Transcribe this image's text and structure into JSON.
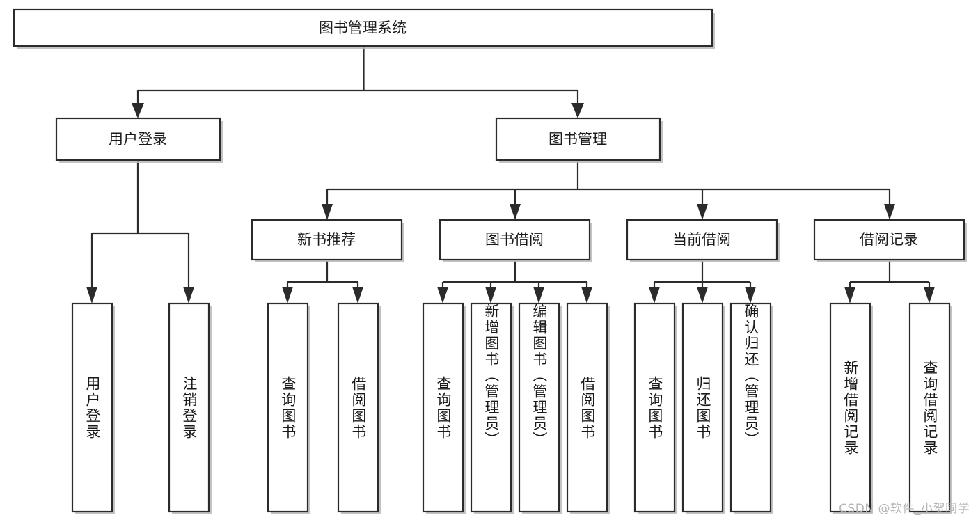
{
  "diagram": {
    "type": "tree-hierarchy-chart",
    "title": "图书管理系统",
    "orientation": "top-down",
    "colors": {
      "box_fill": "#ffffff",
      "box_stroke": "#2b2b2b",
      "shadow": "#b9b9b9",
      "text": "#1a1a1a",
      "watermark": "#b6b6b6",
      "background": "#ffffff"
    },
    "root": {
      "id": "root",
      "label": "图书管理系统",
      "orient": "horizontal"
    },
    "level2": [
      {
        "id": "user-login",
        "label": "用户登录",
        "orient": "horizontal"
      },
      {
        "id": "book-management",
        "label": "图书管理",
        "orient": "horizontal"
      }
    ],
    "level3": [
      {
        "id": "new-book-recommend",
        "label": "新书推荐",
        "orient": "horizontal",
        "parent": "book-management"
      },
      {
        "id": "book-borrow",
        "label": "图书借阅",
        "orient": "horizontal",
        "parent": "book-management"
      },
      {
        "id": "current-borrow",
        "label": "当前借阅",
        "orient": "horizontal",
        "parent": "book-management"
      },
      {
        "id": "borrow-record",
        "label": "借阅记录",
        "orient": "horizontal",
        "parent": "book-management"
      }
    ],
    "leaves": [
      {
        "id": "leaf-user-login",
        "label": "用户登录",
        "parent": "user-login",
        "orient": "vertical"
      },
      {
        "id": "leaf-logout-login",
        "label": "注销登录",
        "parent": "user-login",
        "orient": "vertical"
      },
      {
        "id": "leaf-query-book-1",
        "label": "查询图书",
        "parent": "new-book-recommend",
        "orient": "vertical"
      },
      {
        "id": "leaf-borrow-book-1",
        "label": "借阅图书",
        "parent": "new-book-recommend",
        "orient": "vertical"
      },
      {
        "id": "leaf-query-book-2",
        "label": "查询图书",
        "parent": "book-borrow",
        "orient": "vertical"
      },
      {
        "id": "leaf-add-book",
        "label": "新增图书（管理员）",
        "parent": "book-borrow",
        "orient": "vertical"
      },
      {
        "id": "leaf-edit-book",
        "label": "编辑图书（管理员）",
        "parent": "book-borrow",
        "orient": "vertical"
      },
      {
        "id": "leaf-borrow-book-2",
        "label": "借阅图书",
        "parent": "book-borrow",
        "orient": "vertical"
      },
      {
        "id": "leaf-query-book-3",
        "label": "查询图书",
        "parent": "current-borrow",
        "orient": "vertical"
      },
      {
        "id": "leaf-return-book",
        "label": "归还图书",
        "parent": "current-borrow",
        "orient": "vertical"
      },
      {
        "id": "leaf-confirm-return",
        "label": "确认归还（管理员）",
        "parent": "current-borrow",
        "orient": "vertical"
      },
      {
        "id": "leaf-add-record",
        "label": "新增借阅记录",
        "parent": "borrow-record",
        "orient": "vertical"
      },
      {
        "id": "leaf-query-record",
        "label": "查询借阅记录",
        "parent": "borrow-record",
        "orient": "vertical"
      }
    ]
  },
  "watermark": {
    "text": "CSDN @软件_小贺同学"
  }
}
